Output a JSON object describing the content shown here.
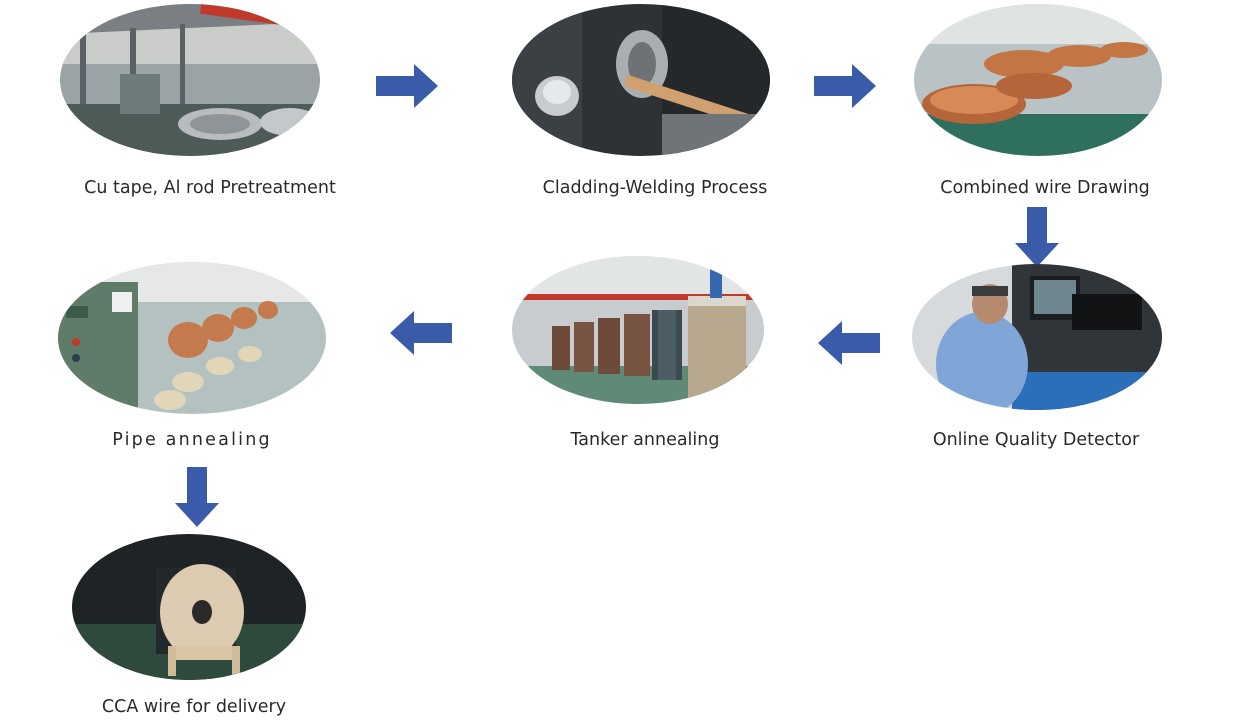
{
  "steps": [
    {
      "label": "Cu tape, Al rod Pretreatment",
      "icon": "factory-floor-photo"
    },
    {
      "label": "Cladding-Welding Process",
      "icon": "welding-machine-photo"
    },
    {
      "label": "Combined wire Drawing",
      "icon": "copper-coil-photo"
    },
    {
      "label": "Online Quality Detector",
      "icon": "quality-detector-photo"
    },
    {
      "label": "Tanker annealing",
      "icon": "tank-furnace-photo"
    },
    {
      "label": "Pipe annealing",
      "icon": "wire-spool-machine-photo"
    },
    {
      "label": "CCA wire for delivery",
      "icon": "cable-drum-photo"
    }
  ],
  "colors": {
    "arrow": "#3a5ba9",
    "label": "#2a2a2a",
    "background": "#ffffff"
  }
}
